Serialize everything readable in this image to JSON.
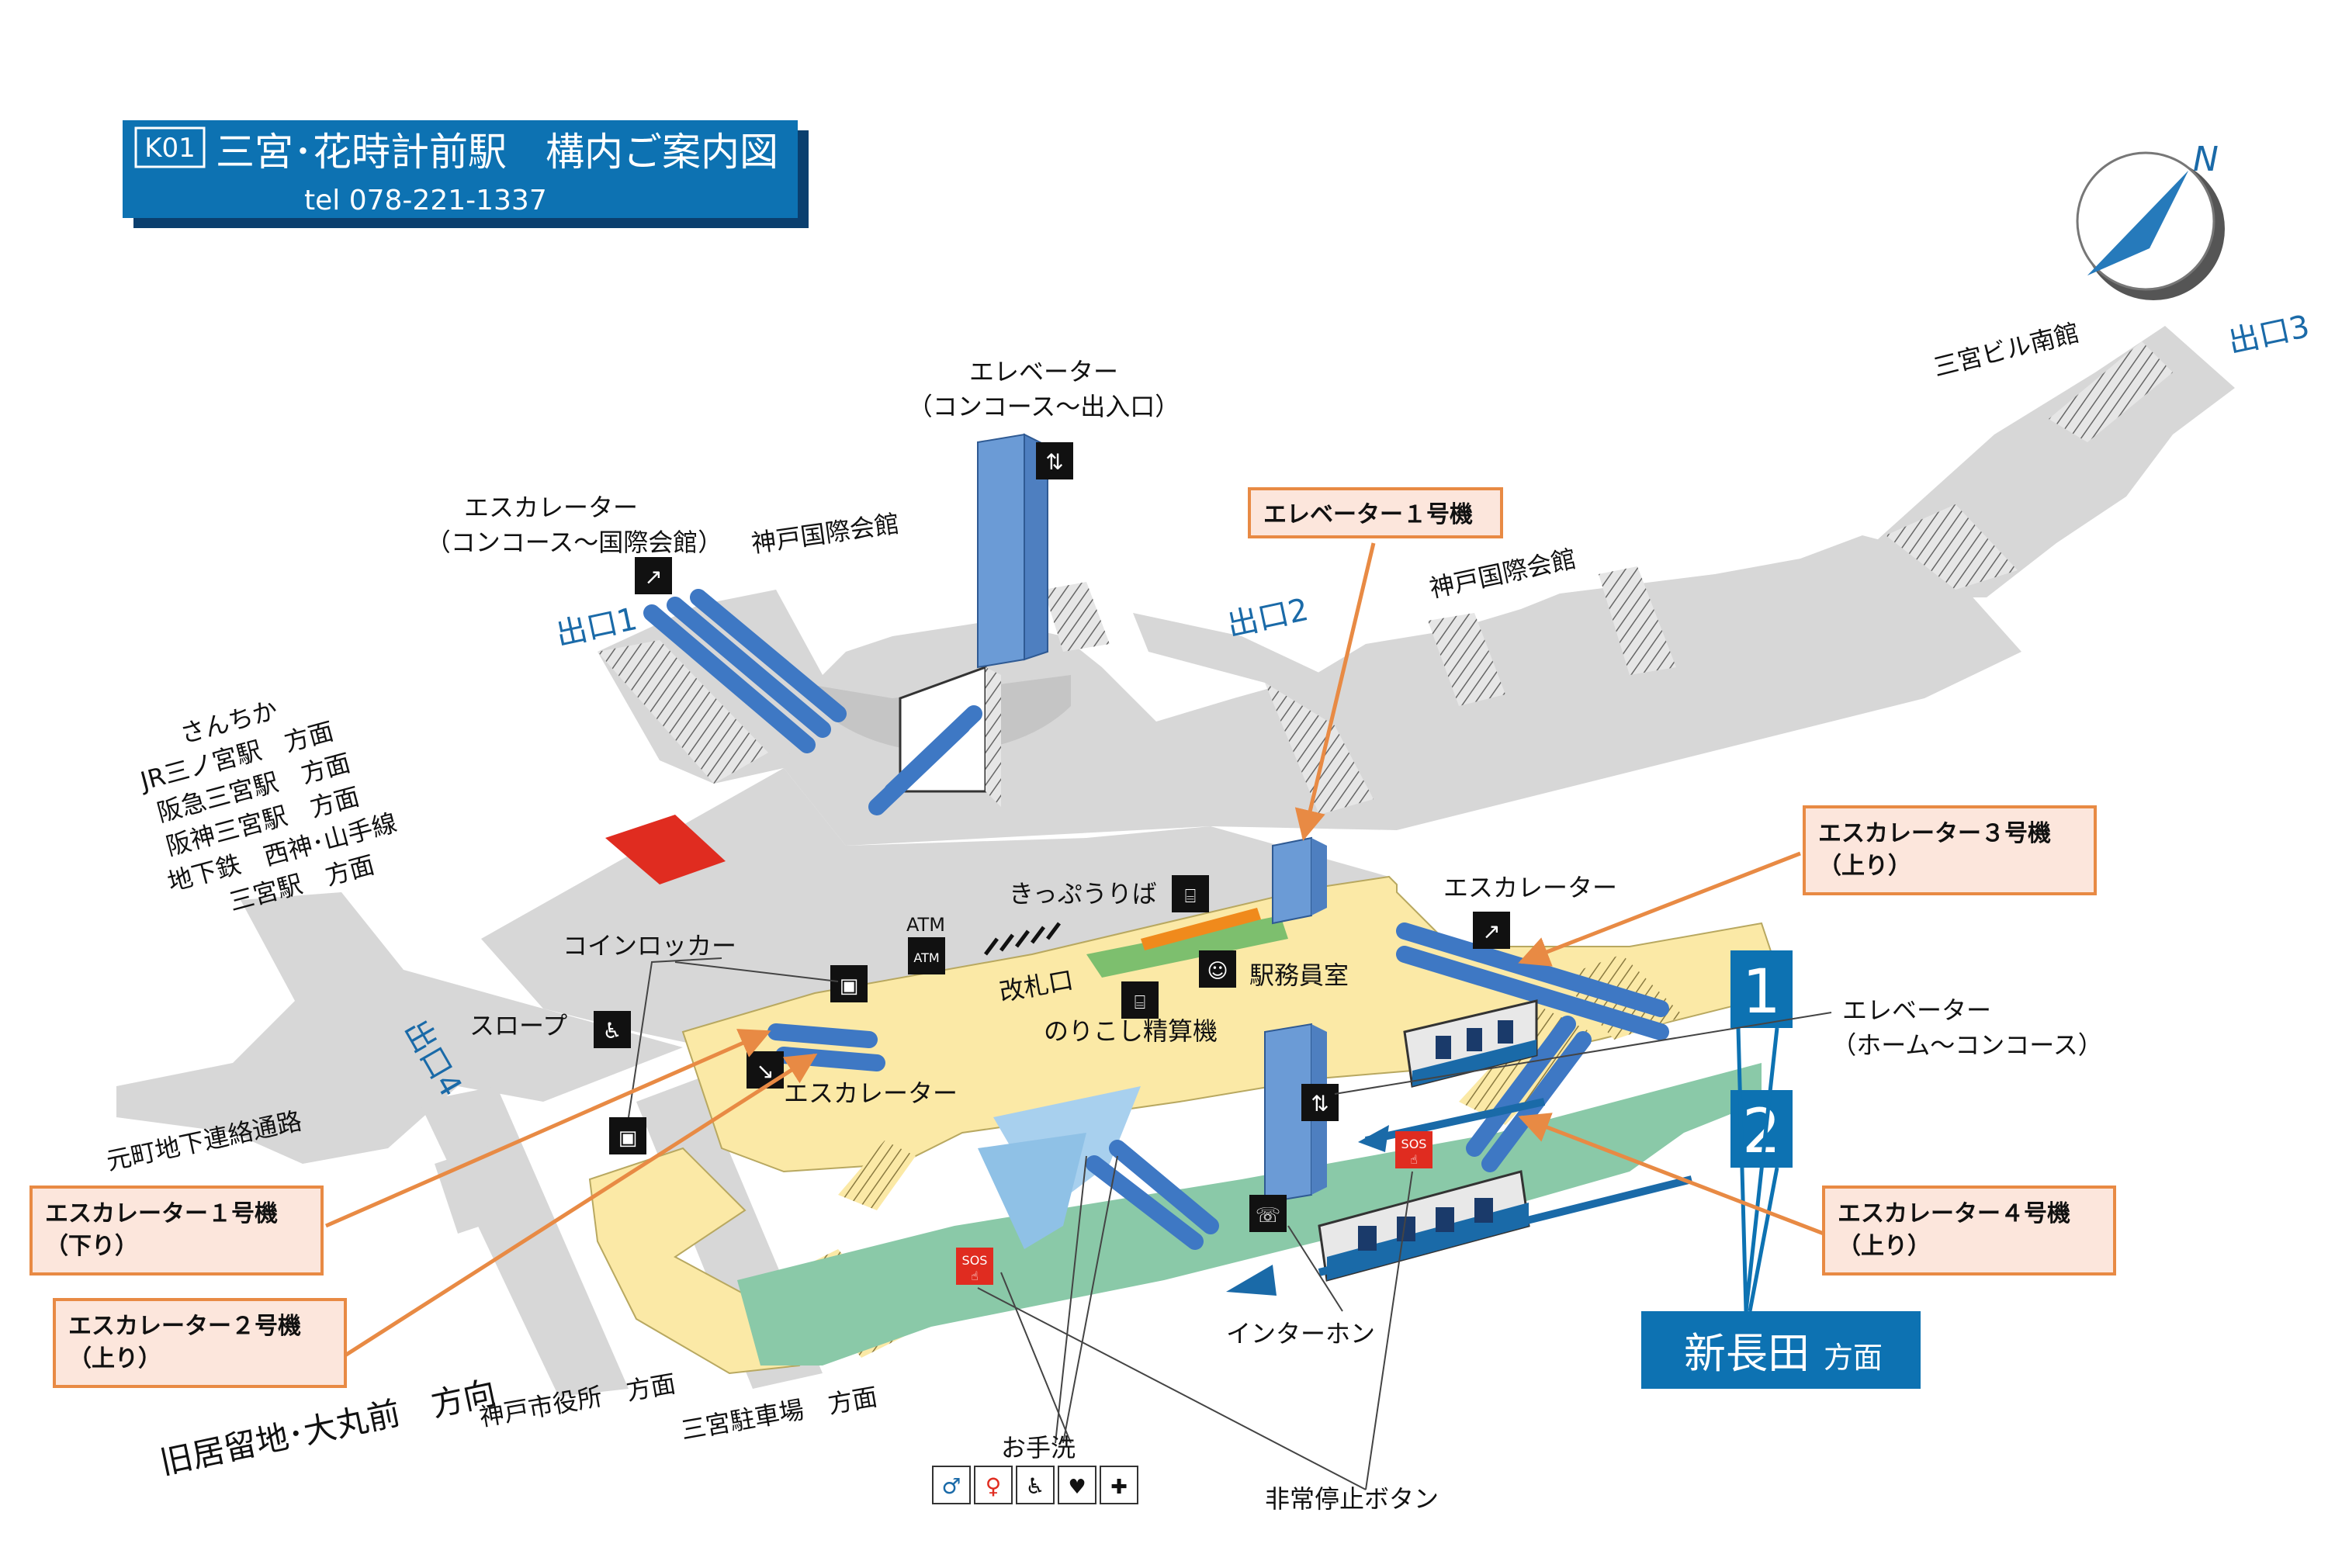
{
  "header": {
    "code": "K01",
    "title": "三宮･花時計前駅　構内ご案内図",
    "tel": "tel 078-221-1337"
  },
  "compass": {
    "north_label": "N"
  },
  "exits": {
    "exit1": "出口1",
    "exit2": "出口2",
    "exit3": "出口3",
    "exit4": "出口4"
  },
  "places": {
    "elevator_top_1": "エレベーター",
    "elevator_top_2": "（コンコース～出入口）",
    "escalator_top_1": "エスカレーター",
    "escalator_top_2": "（コンコース～国際会館）",
    "kokusai_1": "神戸国際会館",
    "kokusai_2": "神戸国際会館",
    "sannomiya_bldg": "三宮ビル南館",
    "dir_west_1": "さんちか",
    "dir_west_2": "JR三ノ宮駅　方面",
    "dir_west_3": "阪急三宮駅　方面",
    "dir_west_4": "阪神三宮駅　方面",
    "dir_west_5": "地下鉄　西神･山手線",
    "dir_west_6": "三宮駅　方面",
    "coin_locker": "コインロッカー",
    "atm": "ATM",
    "slope": "スロープ",
    "escalator_mid": "エスカレーター",
    "kippu": "きっぷうりば",
    "kaisatsu": "改札口",
    "ekimuin": "駅務員室",
    "norikoshi": "のりこし精算機",
    "escalator_right": "エスカレーター",
    "elevator_right_1": "エレベーター",
    "elevator_right_2": "（ホーム～コンコース）",
    "motomachi": "元町地下連絡通路",
    "kyukyoryuchi": "旧居留地･大丸前　方向",
    "shiyakusho": "神戸市役所　方面",
    "chushajo": "三宮駐車場　方面",
    "intercom": "インターホン",
    "toilet": "お手洗",
    "emergency": "非常停止ボタン",
    "sos": "SOS"
  },
  "callouts": {
    "elevator1": "エレベーター１号機",
    "esc1_a": "エスカレーター１号機",
    "esc1_b": "（下り）",
    "esc2_a": "エスカレーター２号機",
    "esc2_b": "（上り）",
    "esc3_a": "エスカレーター３号機",
    "esc3_b": "（上り）",
    "esc4_a": "エスカレーター４号機",
    "esc4_b": "（上り）"
  },
  "platform": {
    "track1": "1",
    "track2": "2",
    "dest_main": "新長田",
    "dest_suffix": "方面"
  },
  "colors": {
    "header_blue": "#0d72b2",
    "concourse_gray": "#d7d7d7",
    "concourse_yellow": "#fbe9a6",
    "platform_green": "#8ac9a8",
    "elevator_blue": "#6b9bd6",
    "escalator_blue": "#3e78c4",
    "callout_orange": "#e88a44",
    "exit_blue": "#1a6aa8",
    "red_zone": "#e02c20"
  },
  "icons": [
    "elevator-icon",
    "escalator-icon",
    "coin-locker-icon",
    "atm-icon",
    "wheelchair-icon",
    "ticket-machine-icon",
    "staff-icon",
    "fare-adjust-icon",
    "intercom-icon",
    "sos-icon",
    "toilet-men-icon",
    "toilet-women-icon",
    "toilet-accessible-icon",
    "baby-icon",
    "ostomate-icon",
    "compass-icon"
  ]
}
